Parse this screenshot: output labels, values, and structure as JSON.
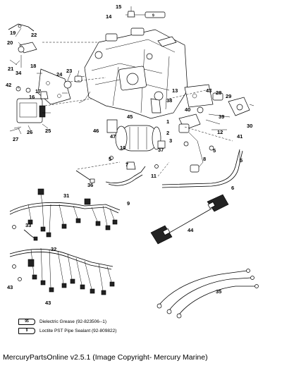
{
  "callouts": {
    "c1": "1",
    "c2": "2",
    "c3": "3",
    "c4": "4",
    "c5a": "5",
    "c5b": "5",
    "c5c": "5",
    "c6": "6",
    "c7": "7",
    "c8": "8",
    "c9": "9",
    "c10": "10",
    "c11": "11",
    "c12": "12",
    "c13": "13",
    "c14": "14",
    "c15": "15",
    "c16": "16",
    "c17": "17",
    "c18": "18",
    "c19": "19",
    "c20": "20",
    "c21": "21",
    "c22": "22",
    "c23": "23",
    "c24": "24",
    "c25": "25",
    "c26": "26",
    "c27": "27",
    "c28": "28",
    "c29": "29",
    "c30": "30",
    "c31": "31",
    "c32": "32",
    "c33": "33",
    "c34": "34",
    "c35": "35",
    "c36": "36",
    "c37": "37",
    "c38": "38",
    "c39": "39",
    "c40": "40",
    "c41": "41",
    "c42": "42",
    "c43a": "43",
    "c43b": "43",
    "c43c": "43",
    "c44": "44",
    "c45": "45",
    "c46": "46",
    "c47": "47"
  },
  "legend": [
    {
      "code": "95",
      "label": "Dielectric Grease (92-823506--1)"
    },
    {
      "code": "9",
      "label": "Loctite PST Pipe Sealant (92-809822)"
    }
  ],
  "tube_codes": {
    "top": "9",
    "right": "95"
  },
  "footer": "MercuryPartsOnline v2.5.1 (Image Copyright- Mercury Marine)"
}
